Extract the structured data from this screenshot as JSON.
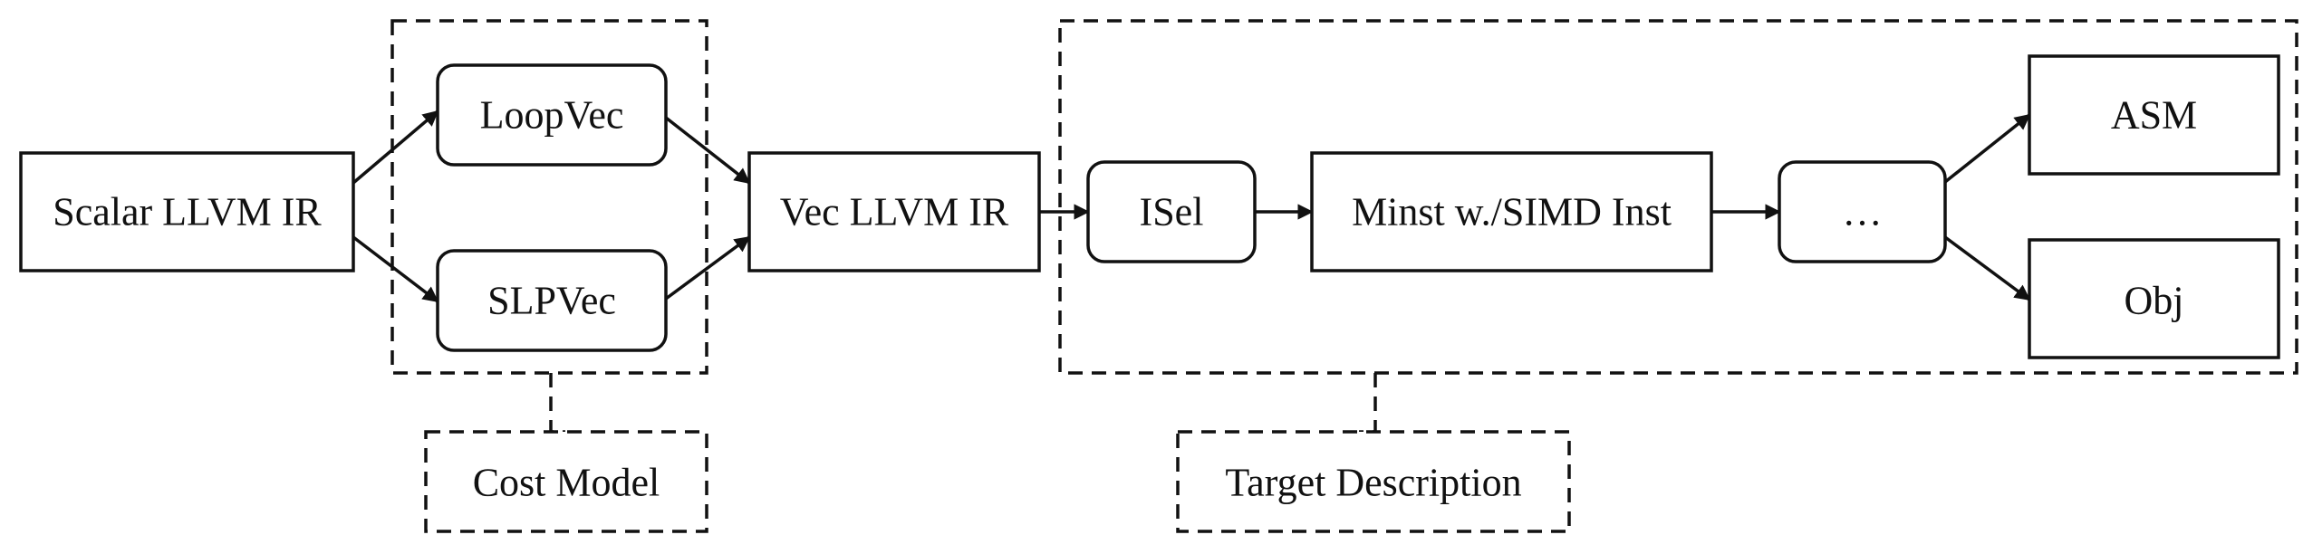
{
  "nodes": {
    "scalar_ir": "Scalar LLVM IR",
    "loopvec": "LoopVec",
    "slpvec": "SLPVec",
    "vec_ir": "Vec LLVM IR",
    "isel": "ISel",
    "minst": "Minst w./SIMD Inst",
    "ellipsis": "…",
    "asm": "ASM",
    "obj": "Obj"
  },
  "annotations": {
    "cost_model": "Cost Model",
    "target_description": "Target Description"
  },
  "edges": [
    [
      "scalar_ir",
      "loopvec"
    ],
    [
      "scalar_ir",
      "slpvec"
    ],
    [
      "loopvec",
      "vec_ir"
    ],
    [
      "slpvec",
      "vec_ir"
    ],
    [
      "vec_ir",
      "isel"
    ],
    [
      "isel",
      "minst"
    ],
    [
      "minst",
      "ellipsis"
    ],
    [
      "ellipsis",
      "asm"
    ],
    [
      "ellipsis",
      "obj"
    ]
  ],
  "colors": {
    "stroke": "#111111",
    "background": "#ffffff"
  }
}
